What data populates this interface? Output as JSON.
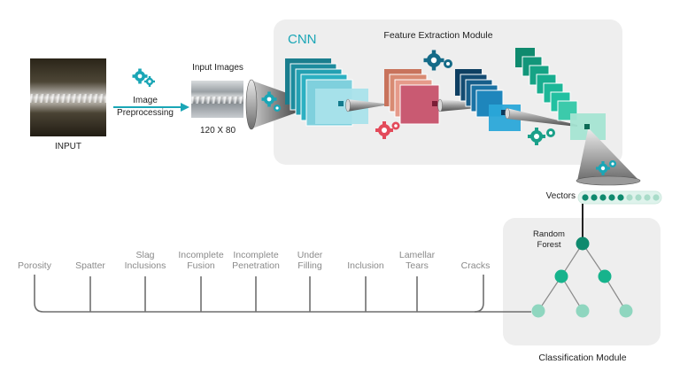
{
  "input": {
    "label": "INPUT"
  },
  "preprocessing": {
    "label_line1": "Image",
    "label_line2": "Preprocessing"
  },
  "input_images": {
    "title": "Input Images",
    "size": "120 X 80"
  },
  "feature_module": {
    "cnn_label": "CNN",
    "title": "Feature Extraction Module"
  },
  "vectors": {
    "label": "Vectors"
  },
  "classification": {
    "forest_line1": "Random",
    "forest_line2": "Forest",
    "title": "Classification Module"
  },
  "defects": [
    {
      "label": "Porosity"
    },
    {
      "label": "Spatter"
    },
    {
      "label": "Slag\nInclusions"
    },
    {
      "label": "Incomplete\nFusion"
    },
    {
      "label": "Incomplete\nPenetration"
    },
    {
      "label": "Under\nFilling"
    },
    {
      "label": "Inclusion"
    },
    {
      "label": "Lamellar\nTears"
    },
    {
      "label": "Cracks"
    }
  ],
  "colors": {
    "teal": "#1aa6b6",
    "dark_green": "#0f8a6e",
    "mid_green": "#16b38c",
    "light_green": "#8fd6bf",
    "line_gray": "#6f6f6f",
    "panel": "#eeeeee"
  }
}
